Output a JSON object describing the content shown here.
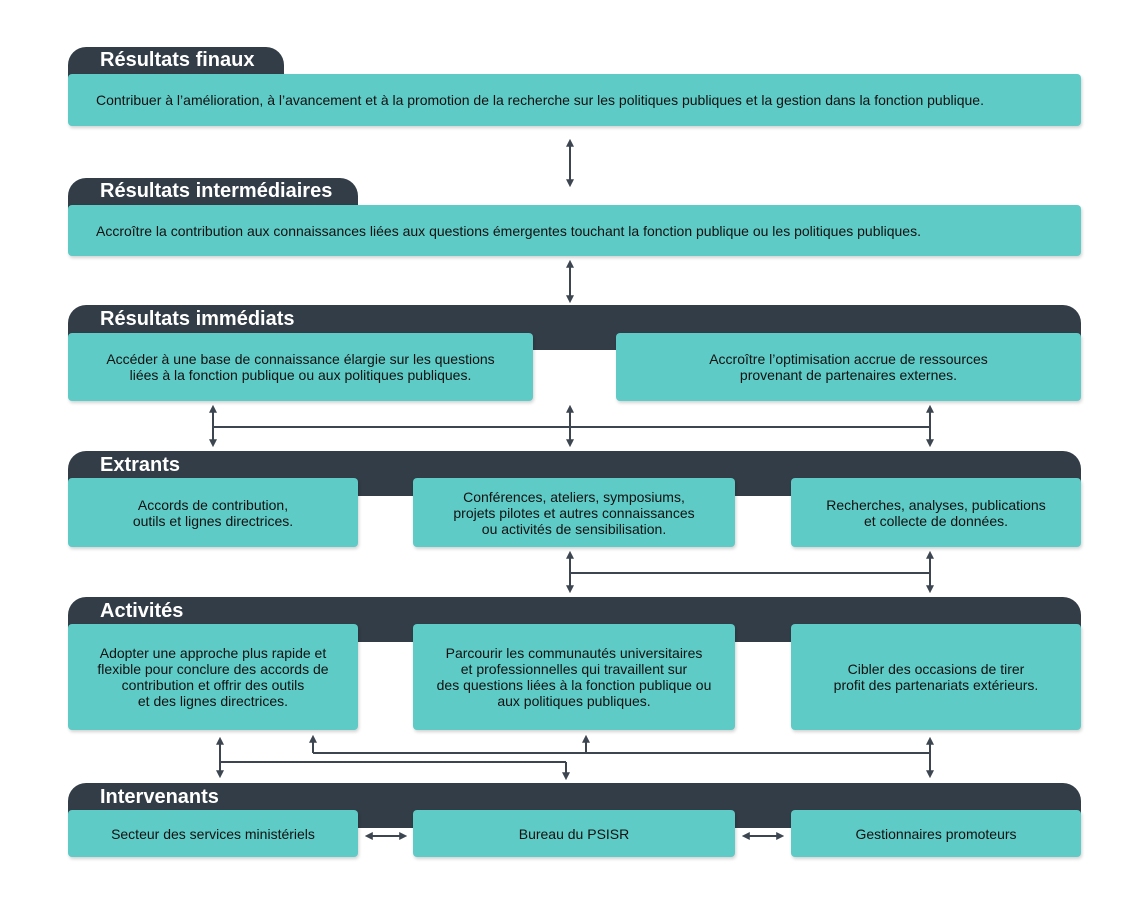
{
  "colors": {
    "band": "#333d47",
    "box": "#5ecbc6",
    "connector": "#3d4650",
    "text": "#111111"
  },
  "sections": {
    "final": {
      "label": "Résultats finaux"
    },
    "intermediate": {
      "label": "Résultats intermédiaires"
    },
    "immediate": {
      "label": "Résultats immédiats"
    },
    "outputs": {
      "label": "Extrants"
    },
    "activities": {
      "label": "Activités"
    },
    "stakeholders": {
      "label": "Intervenants"
    }
  },
  "final_box": "Contribuer à l’amélioration, à l’avancement et à la promotion de la recherche sur les politiques publiques et la gestion dans la fonction publique.",
  "intermediate_box": "Accroître la contribution aux connaissances liées aux questions émergentes touchant la fonction publique ou les politiques publiques.",
  "immediate_boxes": [
    "Accéder à une base de connaissance élargie sur les questions\nliées à la fonction publique ou aux politiques publiques.",
    "Accroître l’optimisation accrue de ressources\nprovenant de partenaires externes."
  ],
  "output_boxes": [
    "Accords de contribution,\noutils et lignes directrices.",
    "Conférences, ateliers, symposiums,\nprojets pilotes et autres connaissances\nou activités de sensibilisation.",
    "Recherches, analyses, publications\net collecte de données."
  ],
  "activity_boxes": [
    "Adopter une approche plus rapide et\nflexible pour conclure des accords de\ncontribution et offrir des outils\net des lignes directrices.",
    "Parcourir les communautés universitaires\net professionnelles qui travaillent sur\ndes questions liées à la fonction publique ou\naux politiques publiques.",
    "Cibler des occasions de tirer\nprofit des partenariats extérieurs."
  ],
  "stakeholder_boxes": [
    "Secteur des services ministériels",
    "Bureau du PSISR",
    "Gestionnaires promoteurs"
  ]
}
